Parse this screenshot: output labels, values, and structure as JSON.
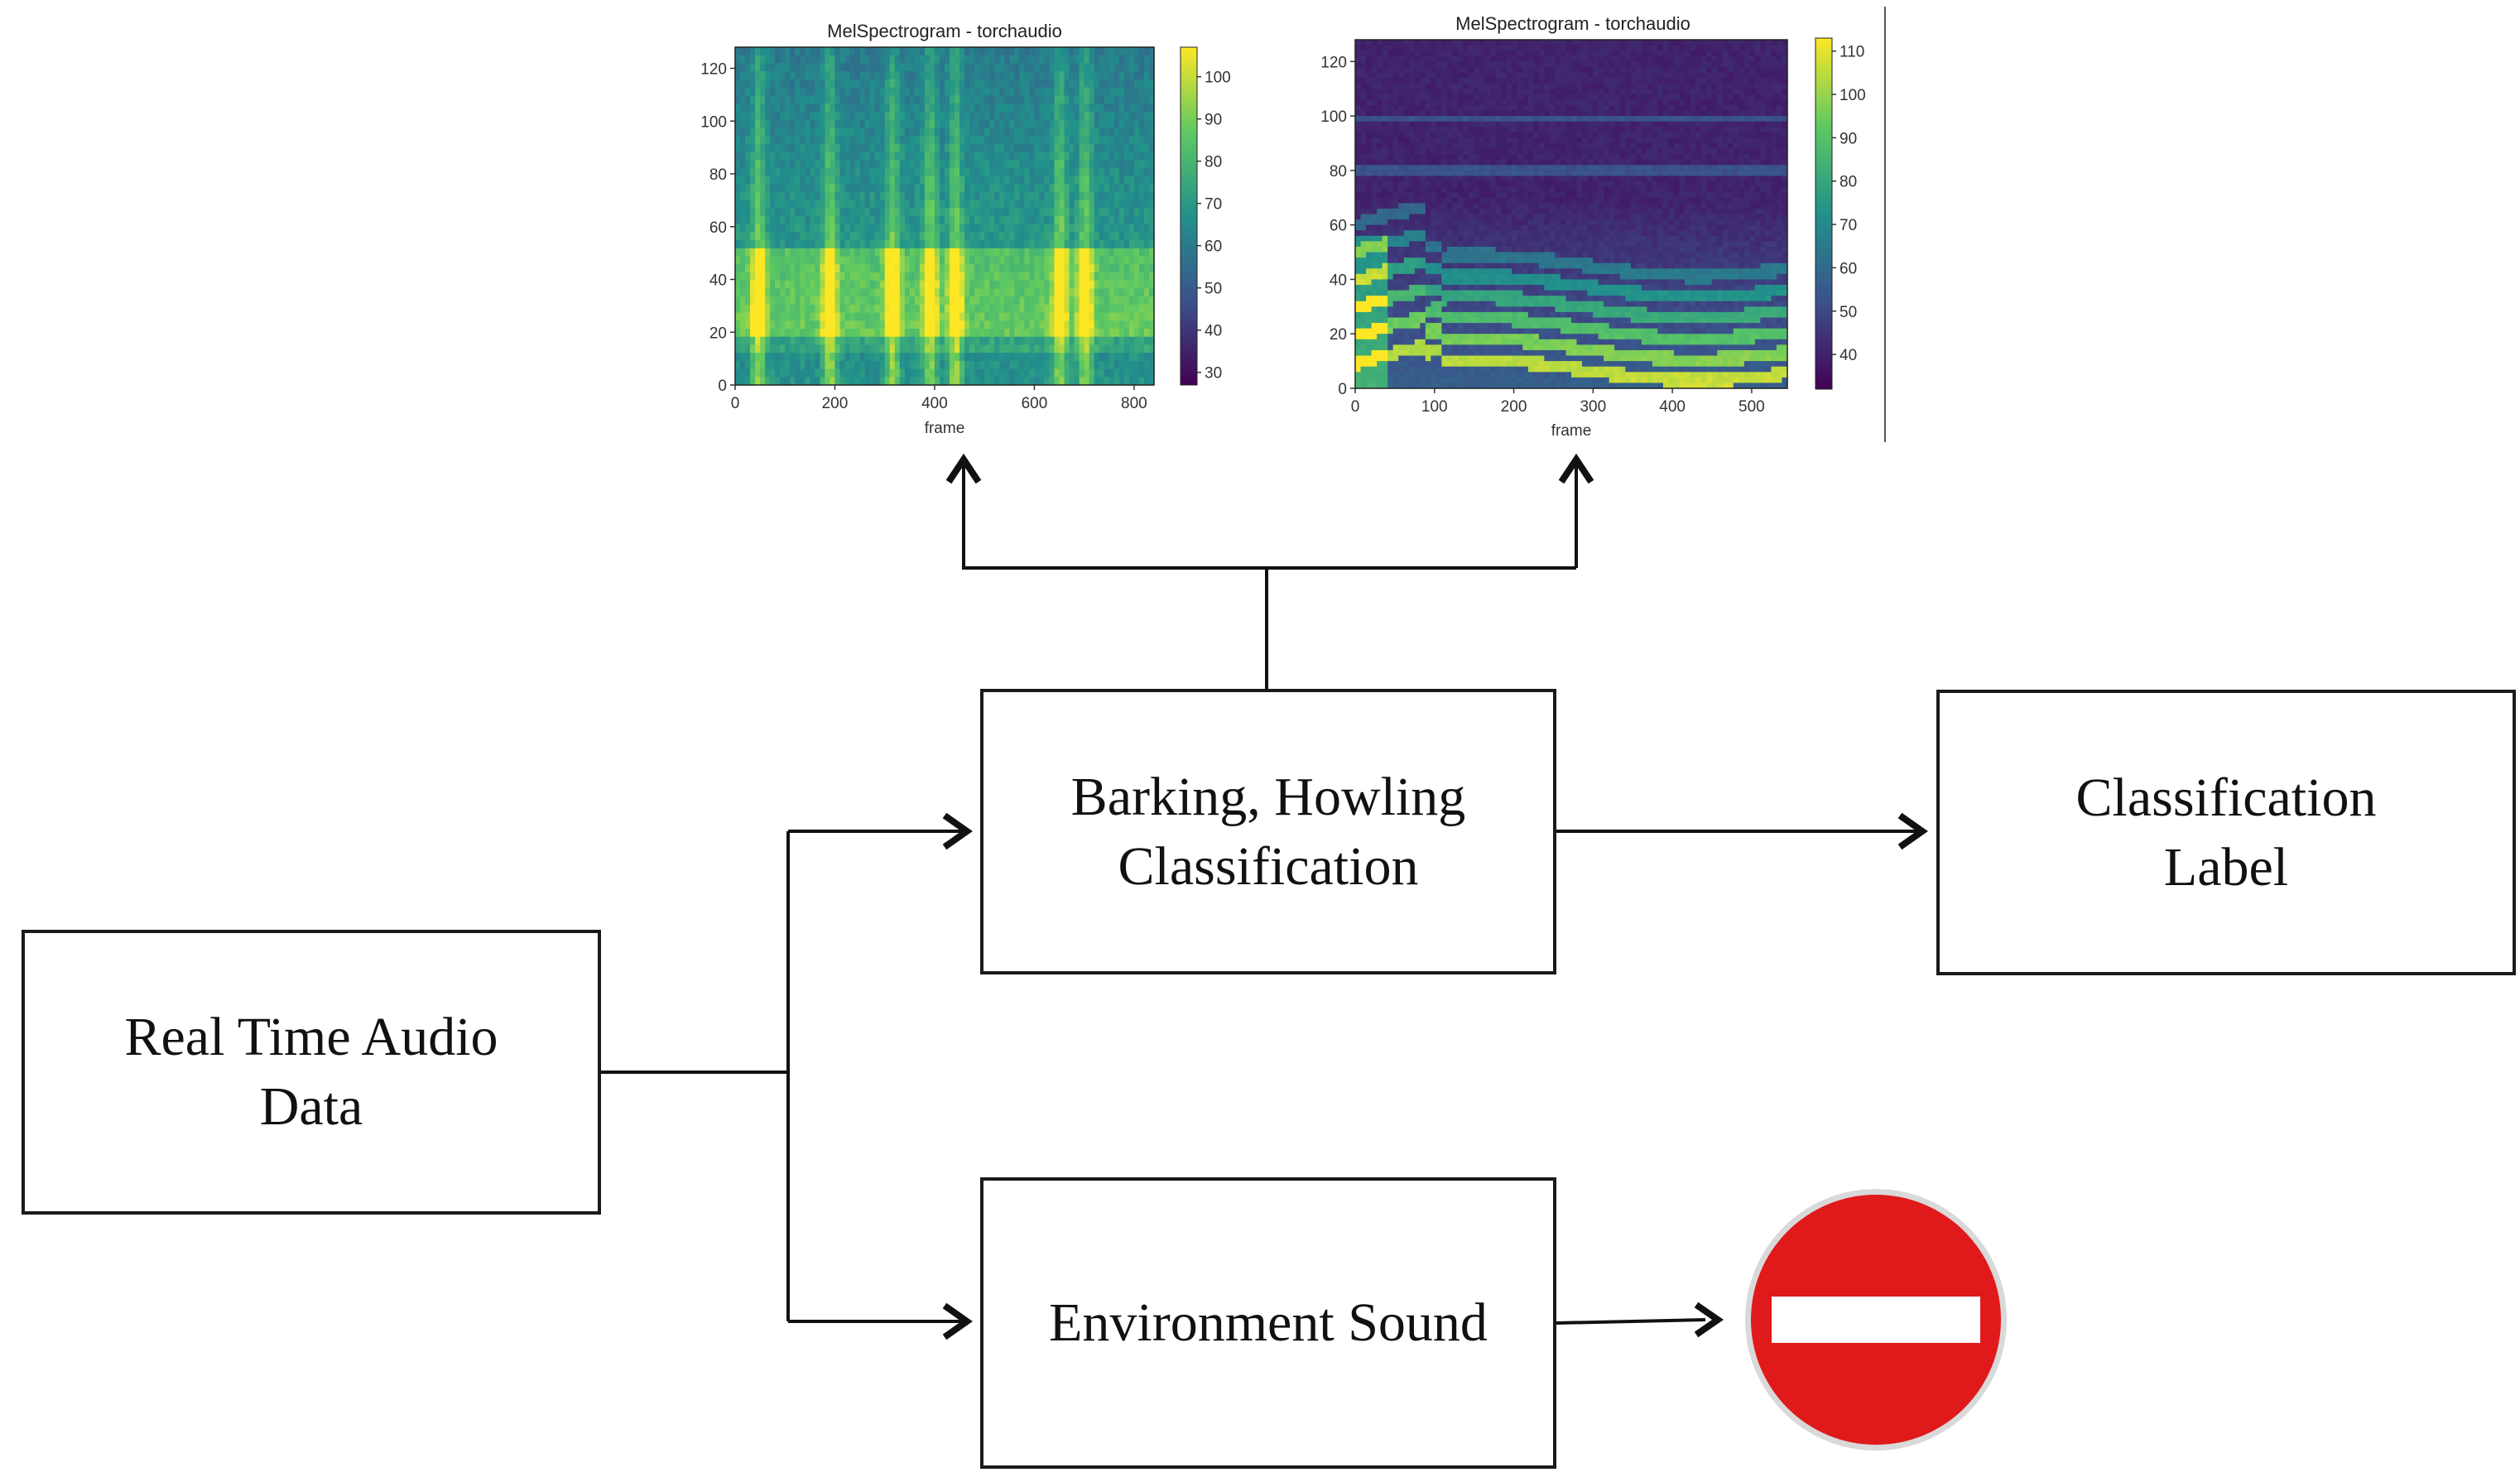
{
  "boxes": {
    "real_time_audio": "Real Time Audio\nData",
    "barking_howling": "Barking, Howling\nClassification",
    "classification_label": "Classification\nLabel",
    "environment_sound": "Environment Sound"
  },
  "icons": {
    "stop": "no-entry-icon"
  },
  "colors": {
    "stop_red": "#e0191b",
    "line": "#111111"
  },
  "chart_data": [
    {
      "type": "heatmap",
      "title": "MelSpectrogram - torchaudio",
      "xlabel": "frame",
      "ylabel": "",
      "x_ticks": [
        0,
        200,
        400,
        600,
        800
      ],
      "y_ticks": [
        0,
        20,
        40,
        60,
        80,
        100,
        120
      ],
      "xlim": [
        0,
        840
      ],
      "ylim": [
        0,
        128
      ],
      "colorbar_ticks": [
        30,
        40,
        50,
        60,
        70,
        80,
        90,
        100
      ],
      "colorbar_range": [
        27,
        107
      ],
      "colormap": "viridis"
    },
    {
      "type": "heatmap",
      "title": "MelSpectrogram - torchaudio",
      "xlabel": "frame",
      "ylabel": "",
      "x_ticks": [
        0,
        100,
        200,
        300,
        400,
        500
      ],
      "y_ticks": [
        0,
        20,
        40,
        60,
        80,
        100,
        120
      ],
      "xlim": [
        0,
        545
      ],
      "ylim": [
        0,
        128
      ],
      "colorbar_ticks": [
        40,
        50,
        60,
        70,
        80,
        90,
        100,
        110
      ],
      "colorbar_range": [
        32,
        113
      ],
      "colormap": "viridis"
    }
  ]
}
